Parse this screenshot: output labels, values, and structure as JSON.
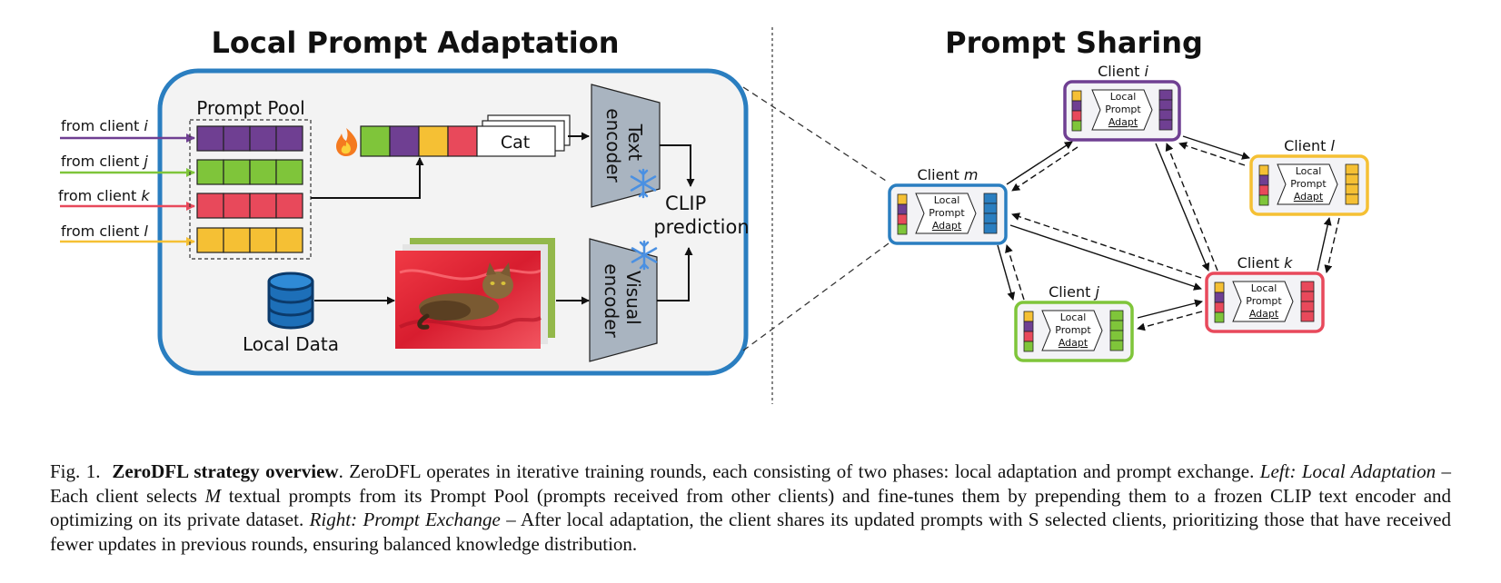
{
  "left_panel": {
    "title": "Local Prompt Adaptation",
    "prompt_pool_label": "Prompt Pool",
    "sources": [
      {
        "label": "from client ",
        "client": "i",
        "color": "#6f3f92"
      },
      {
        "label": "from client ",
        "client": "j",
        "color": "#7fc53a"
      },
      {
        "label": "from client ",
        "client": "k",
        "color": "#e8495b"
      },
      {
        "label": "from client ",
        "client": "l",
        "color": "#f5c034"
      }
    ],
    "class_token": "Cat",
    "text_encoder_lines": [
      "Text",
      "encoder"
    ],
    "visual_encoder_lines": [
      "Visual",
      "encoder"
    ],
    "prediction_lines": [
      "CLIP",
      "prediction"
    ],
    "local_data_label": "Local Data",
    "fire_icon": "fire-icon",
    "freeze_icon": "snowflake-icon",
    "database_icon": "database-icon",
    "image_icon": "cat-photo"
  },
  "right_panel": {
    "title": "Prompt Sharing",
    "module_lines": [
      "Local",
      "Prompt",
      "Adapt"
    ],
    "clients": [
      {
        "prefix": "Client ",
        "id": "i",
        "color": "#6f3f92"
      },
      {
        "prefix": "Client ",
        "id": "l",
        "color": "#f5c034"
      },
      {
        "prefix": "Client ",
        "id": "m",
        "color": "#2a7ec0"
      },
      {
        "prefix": "Client ",
        "id": "k",
        "color": "#e8495b"
      },
      {
        "prefix": "Client ",
        "id": "j",
        "color": "#7fc53a"
      }
    ]
  },
  "caption": {
    "fig": "Fig. 1.",
    "bold": "ZeroDFL strategy overview",
    "p1": ". ZeroDFL operates in iterative training rounds, each consisting of two phases: local adaptation and prompt exchange.",
    "left_label": "Left: Local Adaptation",
    "p2a": " – Each client selects ",
    "m_symbol": "M",
    "p2b": " textual prompts from its Prompt Pool (prompts received from other clients) and fine-tunes them by prepending them to a frozen CLIP text encoder and optimizing on its private dataset. ",
    "right_label": "Right: Prompt Exchange",
    "p3": " – After local adaptation, the client shares its updated prompts with S selected clients, prioritizing those that have received fewer updates in previous rounds, ensuring balanced knowledge distribution."
  }
}
